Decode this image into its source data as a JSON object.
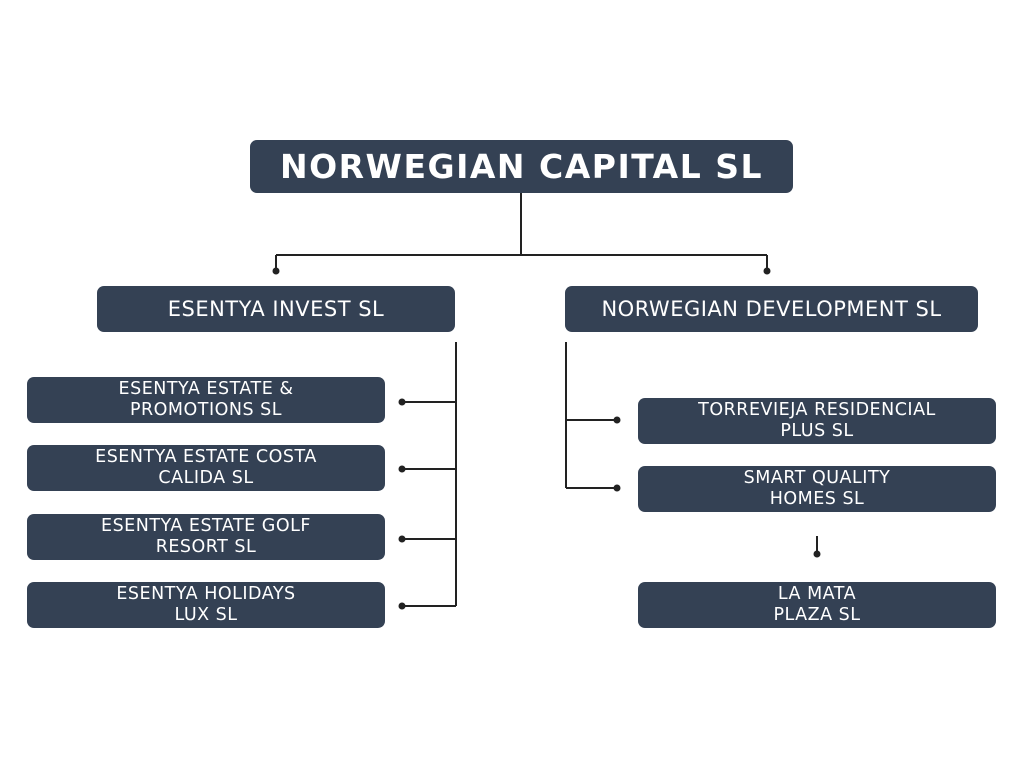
{
  "root": {
    "label": "NORWEGIAN CAPITAL SL"
  },
  "left": {
    "label": "ESENTYA INVEST SL",
    "children": [
      {
        "line1": "ESENTYA ESTATE &",
        "line2": "PROMOTIONS SL"
      },
      {
        "line1": "ESENTYA ESTATE COSTA",
        "line2": "CALIDA SL"
      },
      {
        "line1": "ESENTYA ESTATE GOLF",
        "line2": "RESORT SL"
      },
      {
        "line1": "ESENTYA HOLIDAYS",
        "line2": "LUX SL"
      }
    ]
  },
  "right": {
    "label": "NORWEGIAN DEVELOPMENT SL",
    "children": [
      {
        "line1": "TORREVIEJA RESIDENCIAL",
        "line2": "PLUS SL"
      },
      {
        "line1": "SMART QUALITY",
        "line2": "HOMES SL"
      },
      {
        "line1": "LA MATA",
        "line2": "PLAZA SL"
      }
    ]
  },
  "colors": {
    "box": "#344154",
    "text": "#ffffff",
    "line": "#222222"
  }
}
